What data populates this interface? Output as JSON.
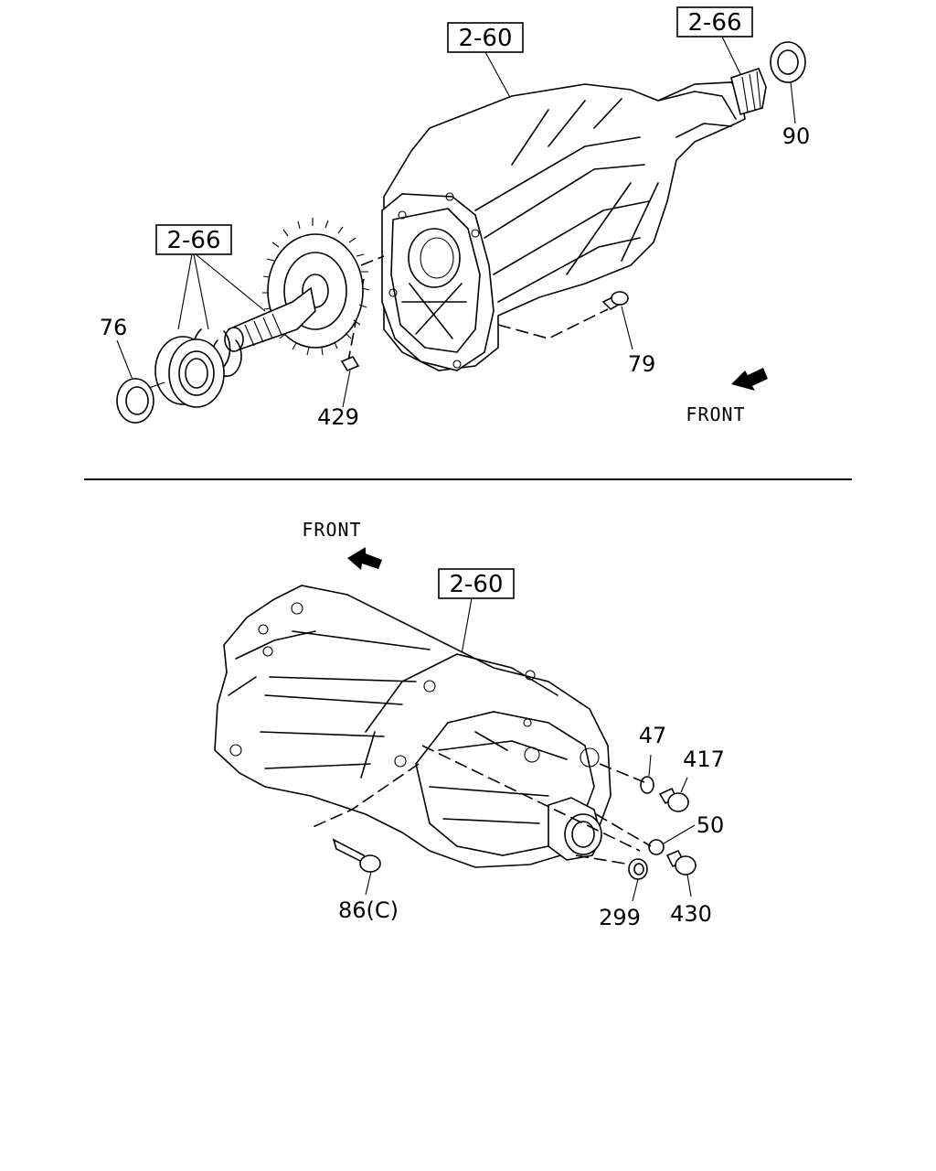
{
  "top_section": {
    "ref_boxes": [
      "2-60",
      "2-66",
      "2-66"
    ],
    "part_labels": [
      "76",
      "429",
      "79",
      "90"
    ],
    "direction_label": "FRONT"
  },
  "bottom_section": {
    "ref_boxes": [
      "2-60"
    ],
    "part_labels": [
      "47",
      "417",
      "50",
      "86(C)",
      "299",
      "430"
    ],
    "direction_label": "FRONT"
  }
}
